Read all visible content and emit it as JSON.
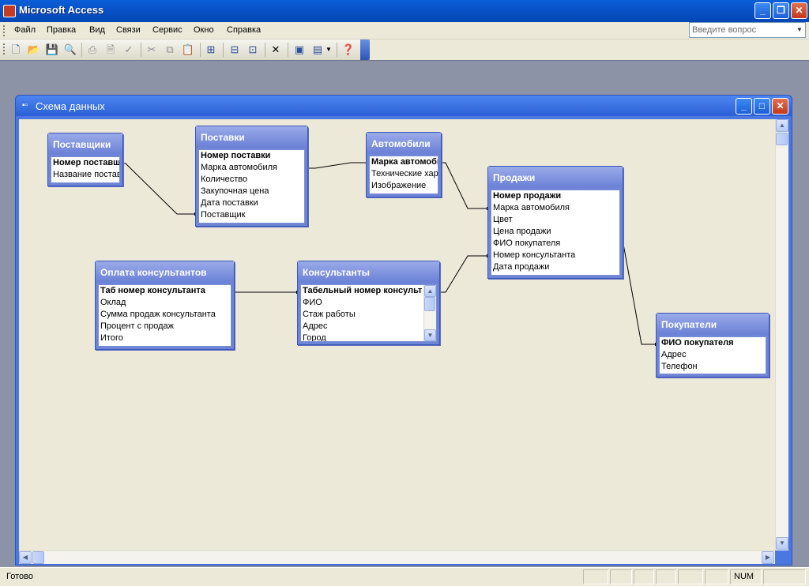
{
  "app": {
    "title": "Microsoft Access"
  },
  "menu": {
    "items": [
      "Файл",
      "Правка",
      "Вид",
      "Связи",
      "Сервис",
      "Окно",
      "Справка"
    ],
    "help_placeholder": "Введите вопрос"
  },
  "window": {
    "title": "Схема данных"
  },
  "tables": {
    "postavshiki": {
      "title": "Поставщики",
      "fields": [
        "Номер поставщика",
        "Название поставщика"
      ]
    },
    "postavki": {
      "title": "Поставки",
      "fields": [
        "Номер поставки",
        "Марка автомобиля",
        "Количество",
        "Закупочная цена",
        "Дата поставки",
        "Поставщик"
      ]
    },
    "avtomobili": {
      "title": "Автомобили",
      "fields": [
        "Марка автомобиля",
        "Технические характеристики",
        "Изображение"
      ]
    },
    "prodazhi": {
      "title": "Продажи",
      "fields": [
        "Номер продажи",
        "Марка автомобиля",
        "Цвет",
        "Цена продажи",
        "ФИО покупателя",
        "Номер консультанта",
        "Дата продажи"
      ]
    },
    "oplata": {
      "title": "Оплата консультантов",
      "fields": [
        "Таб номер  консультанта",
        "Оклад",
        "Сумма продаж консультанта",
        "Процент с продаж",
        "Итого"
      ]
    },
    "konsultanty": {
      "title": "Консультанты",
      "fields": [
        "Табельный номер консультанта",
        "ФИО",
        "Стаж работы",
        "Адрес",
        "Город"
      ]
    },
    "pokupateli": {
      "title": "Покупатели",
      "fields": [
        "ФИО покупателя",
        "Адрес",
        "Телефон"
      ]
    }
  },
  "status": {
    "text": "Готово",
    "num": "NUM"
  }
}
